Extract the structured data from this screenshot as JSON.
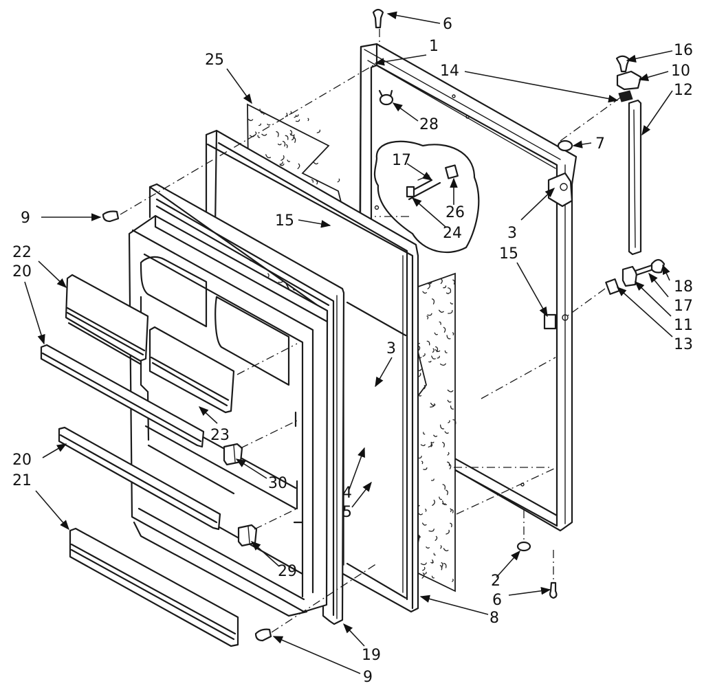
{
  "diagram": {
    "callouts": [
      {
        "id": "c6a",
        "text": "6"
      },
      {
        "id": "c1",
        "text": "1"
      },
      {
        "id": "c25",
        "text": "25"
      },
      {
        "id": "c14",
        "text": "14"
      },
      {
        "id": "c28",
        "text": "28"
      },
      {
        "id": "c16",
        "text": "16"
      },
      {
        "id": "c10",
        "text": "10"
      },
      {
        "id": "c12",
        "text": "12"
      },
      {
        "id": "c7",
        "text": "7"
      },
      {
        "id": "c17a",
        "text": "17"
      },
      {
        "id": "c26",
        "text": "26"
      },
      {
        "id": "c24",
        "text": "24"
      },
      {
        "id": "c9a",
        "text": "9"
      },
      {
        "id": "c15a",
        "text": "15"
      },
      {
        "id": "c3a",
        "text": "3"
      },
      {
        "id": "c15b",
        "text": "15"
      },
      {
        "id": "c22",
        "text": "22"
      },
      {
        "id": "c20a",
        "text": "20"
      },
      {
        "id": "c18",
        "text": "18"
      },
      {
        "id": "c17b",
        "text": "17"
      },
      {
        "id": "c11",
        "text": "11"
      },
      {
        "id": "c13",
        "text": "13"
      },
      {
        "id": "c3b",
        "text": "3"
      },
      {
        "id": "c23",
        "text": "23"
      },
      {
        "id": "c20b",
        "text": "20"
      },
      {
        "id": "c30",
        "text": "30"
      },
      {
        "id": "c21",
        "text": "21"
      },
      {
        "id": "c4",
        "text": "4"
      },
      {
        "id": "c5",
        "text": "5"
      },
      {
        "id": "c29",
        "text": "29"
      },
      {
        "id": "c2",
        "text": "2"
      },
      {
        "id": "c6b",
        "text": "6"
      },
      {
        "id": "c8",
        "text": "8"
      },
      {
        "id": "c19",
        "text": "19"
      },
      {
        "id": "c9b",
        "text": "9"
      }
    ]
  }
}
